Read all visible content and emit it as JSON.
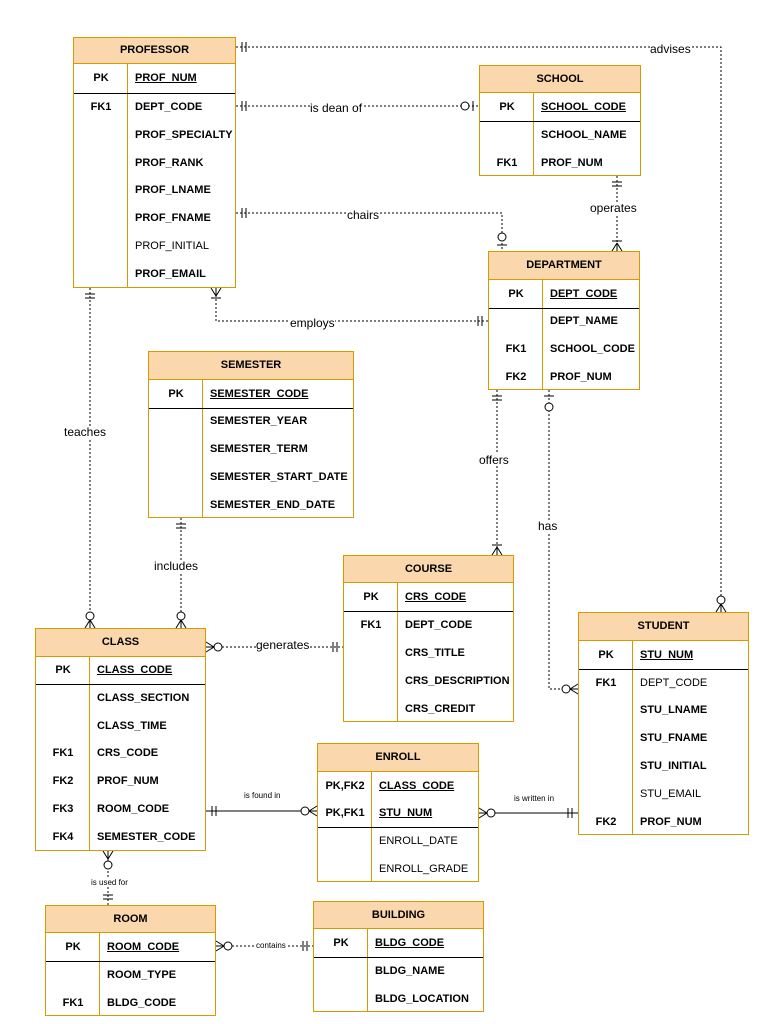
{
  "entities": [
    {
      "id": "professor",
      "title": "PROFESSOR",
      "rows": [
        {
          "k": "PK",
          "a": "PROF_NUM",
          "pk": true
        },
        {
          "k": "FK1",
          "a": "DEPT_CODE",
          "b": true
        },
        {
          "k": "",
          "a": "PROF_SPECIALTY",
          "b": true
        },
        {
          "k": "",
          "a": "PROF_RANK",
          "b": true
        },
        {
          "k": "",
          "a": "PROF_LNAME",
          "b": true
        },
        {
          "k": "",
          "a": "PROF_FNAME",
          "b": true
        },
        {
          "k": "",
          "a": "PROF_INITIAL",
          "b": false
        },
        {
          "k": "",
          "a": "PROF_EMAIL",
          "b": true
        }
      ]
    },
    {
      "id": "school",
      "title": "SCHOOL",
      "rows": [
        {
          "k": "PK",
          "a": "SCHOOL_CODE",
          "pk": true
        },
        {
          "k": "",
          "a": "SCHOOL_NAME",
          "b": true
        },
        {
          "k": "FK1",
          "a": "PROF_NUM",
          "b": true
        }
      ]
    },
    {
      "id": "department",
      "title": "DEPARTMENT",
      "rows": [
        {
          "k": "PK",
          "a": "DEPT_CODE",
          "pk": true
        },
        {
          "k": "",
          "a": "DEPT_NAME",
          "b": true
        },
        {
          "k": "FK1",
          "a": "SCHOOL_CODE",
          "b": true
        },
        {
          "k": "FK2",
          "a": "PROF_NUM",
          "b": true
        }
      ]
    },
    {
      "id": "semester",
      "title": "SEMESTER",
      "rows": [
        {
          "k": "PK",
          "a": "SEMESTER_CODE",
          "pk": true
        },
        {
          "k": "",
          "a": "SEMESTER_YEAR",
          "b": true
        },
        {
          "k": "",
          "a": "SEMESTER_TERM",
          "b": true
        },
        {
          "k": "",
          "a": "SEMESTER_START_DATE",
          "b": true
        },
        {
          "k": "",
          "a": "SEMESTER_END_DATE",
          "b": true
        }
      ]
    },
    {
      "id": "course",
      "title": "COURSE",
      "rows": [
        {
          "k": "PK",
          "a": "CRS_CODE",
          "pk": true
        },
        {
          "k": "FK1",
          "a": "DEPT_CODE",
          "b": true
        },
        {
          "k": "",
          "a": "CRS_TITLE",
          "b": true
        },
        {
          "k": "",
          "a": "CRS_DESCRIPTION",
          "b": true
        },
        {
          "k": "",
          "a": "CRS_CREDIT",
          "b": true
        }
      ]
    },
    {
      "id": "class",
      "title": "CLASS",
      "rows": [
        {
          "k": "PK",
          "a": "CLASS_CODE",
          "pk": true
        },
        {
          "k": "",
          "a": "CLASS_SECTION",
          "b": true
        },
        {
          "k": "",
          "a": "CLASS_TIME",
          "b": true
        },
        {
          "k": "FK1",
          "a": "CRS_CODE",
          "b": true
        },
        {
          "k": "FK2",
          "a": "PROF_NUM",
          "b": true
        },
        {
          "k": "FK3",
          "a": "ROOM_CODE",
          "b": true
        },
        {
          "k": "FK4",
          "a": "SEMESTER_CODE",
          "b": true
        }
      ]
    },
    {
      "id": "student",
      "title": "STUDENT",
      "rows": [
        {
          "k": "PK",
          "a": "STU_NUM",
          "pk": true
        },
        {
          "k": "FK1",
          "a": "DEPT_CODE",
          "b": false
        },
        {
          "k": "",
          "a": "STU_LNAME",
          "b": true
        },
        {
          "k": "",
          "a": "STU_FNAME",
          "b": true
        },
        {
          "k": "",
          "a": "STU_INITIAL",
          "b": true
        },
        {
          "k": "",
          "a": "STU_EMAIL",
          "b": false
        },
        {
          "k": "FK2",
          "a": "PROF_NUM",
          "b": true
        }
      ]
    },
    {
      "id": "enroll",
      "title": "ENROLL",
      "rows": [
        {
          "k": "PK,FK2",
          "a": "CLASS_CODE",
          "pk": true
        },
        {
          "k": "PK,FK1",
          "a": "STU_NUM",
          "pk": true
        },
        {
          "k": "",
          "a": "ENROLL_DATE",
          "b": false
        },
        {
          "k": "",
          "a": "ENROLL_GRADE",
          "b": false
        }
      ]
    },
    {
      "id": "room",
      "title": "ROOM",
      "rows": [
        {
          "k": "PK",
          "a": "ROOM_CODE",
          "pk": true
        },
        {
          "k": "",
          "a": "ROOM_TYPE",
          "b": true
        },
        {
          "k": "FK1",
          "a": "BLDG_CODE",
          "b": true
        }
      ]
    },
    {
      "id": "building",
      "title": "BUILDING",
      "rows": [
        {
          "k": "PK",
          "a": "BLDG_CODE",
          "pk": true
        },
        {
          "k": "",
          "a": "BLDG_NAME",
          "b": true
        },
        {
          "k": "",
          "a": "BLDG_LOCATION",
          "b": true
        }
      ]
    }
  ],
  "relationships": [
    {
      "id": "advises",
      "label": "advises"
    },
    {
      "id": "dean",
      "label": "is dean of"
    },
    {
      "id": "chairs",
      "label": "chairs"
    },
    {
      "id": "operates",
      "label": "operates"
    },
    {
      "id": "employs",
      "label": "employs"
    },
    {
      "id": "teaches",
      "label": "teaches"
    },
    {
      "id": "offers",
      "label": "offers"
    },
    {
      "id": "has",
      "label": "has"
    },
    {
      "id": "includes",
      "label": "includes"
    },
    {
      "id": "generates",
      "label": "generates"
    },
    {
      "id": "found",
      "label": "is found in"
    },
    {
      "id": "written",
      "label": "is written in"
    },
    {
      "id": "used",
      "label": "is used for"
    },
    {
      "id": "contains",
      "label": "contains"
    }
  ],
  "colors": {
    "header_fill": "#fad7ac",
    "border": "#d79b00",
    "line": "#000000"
  }
}
